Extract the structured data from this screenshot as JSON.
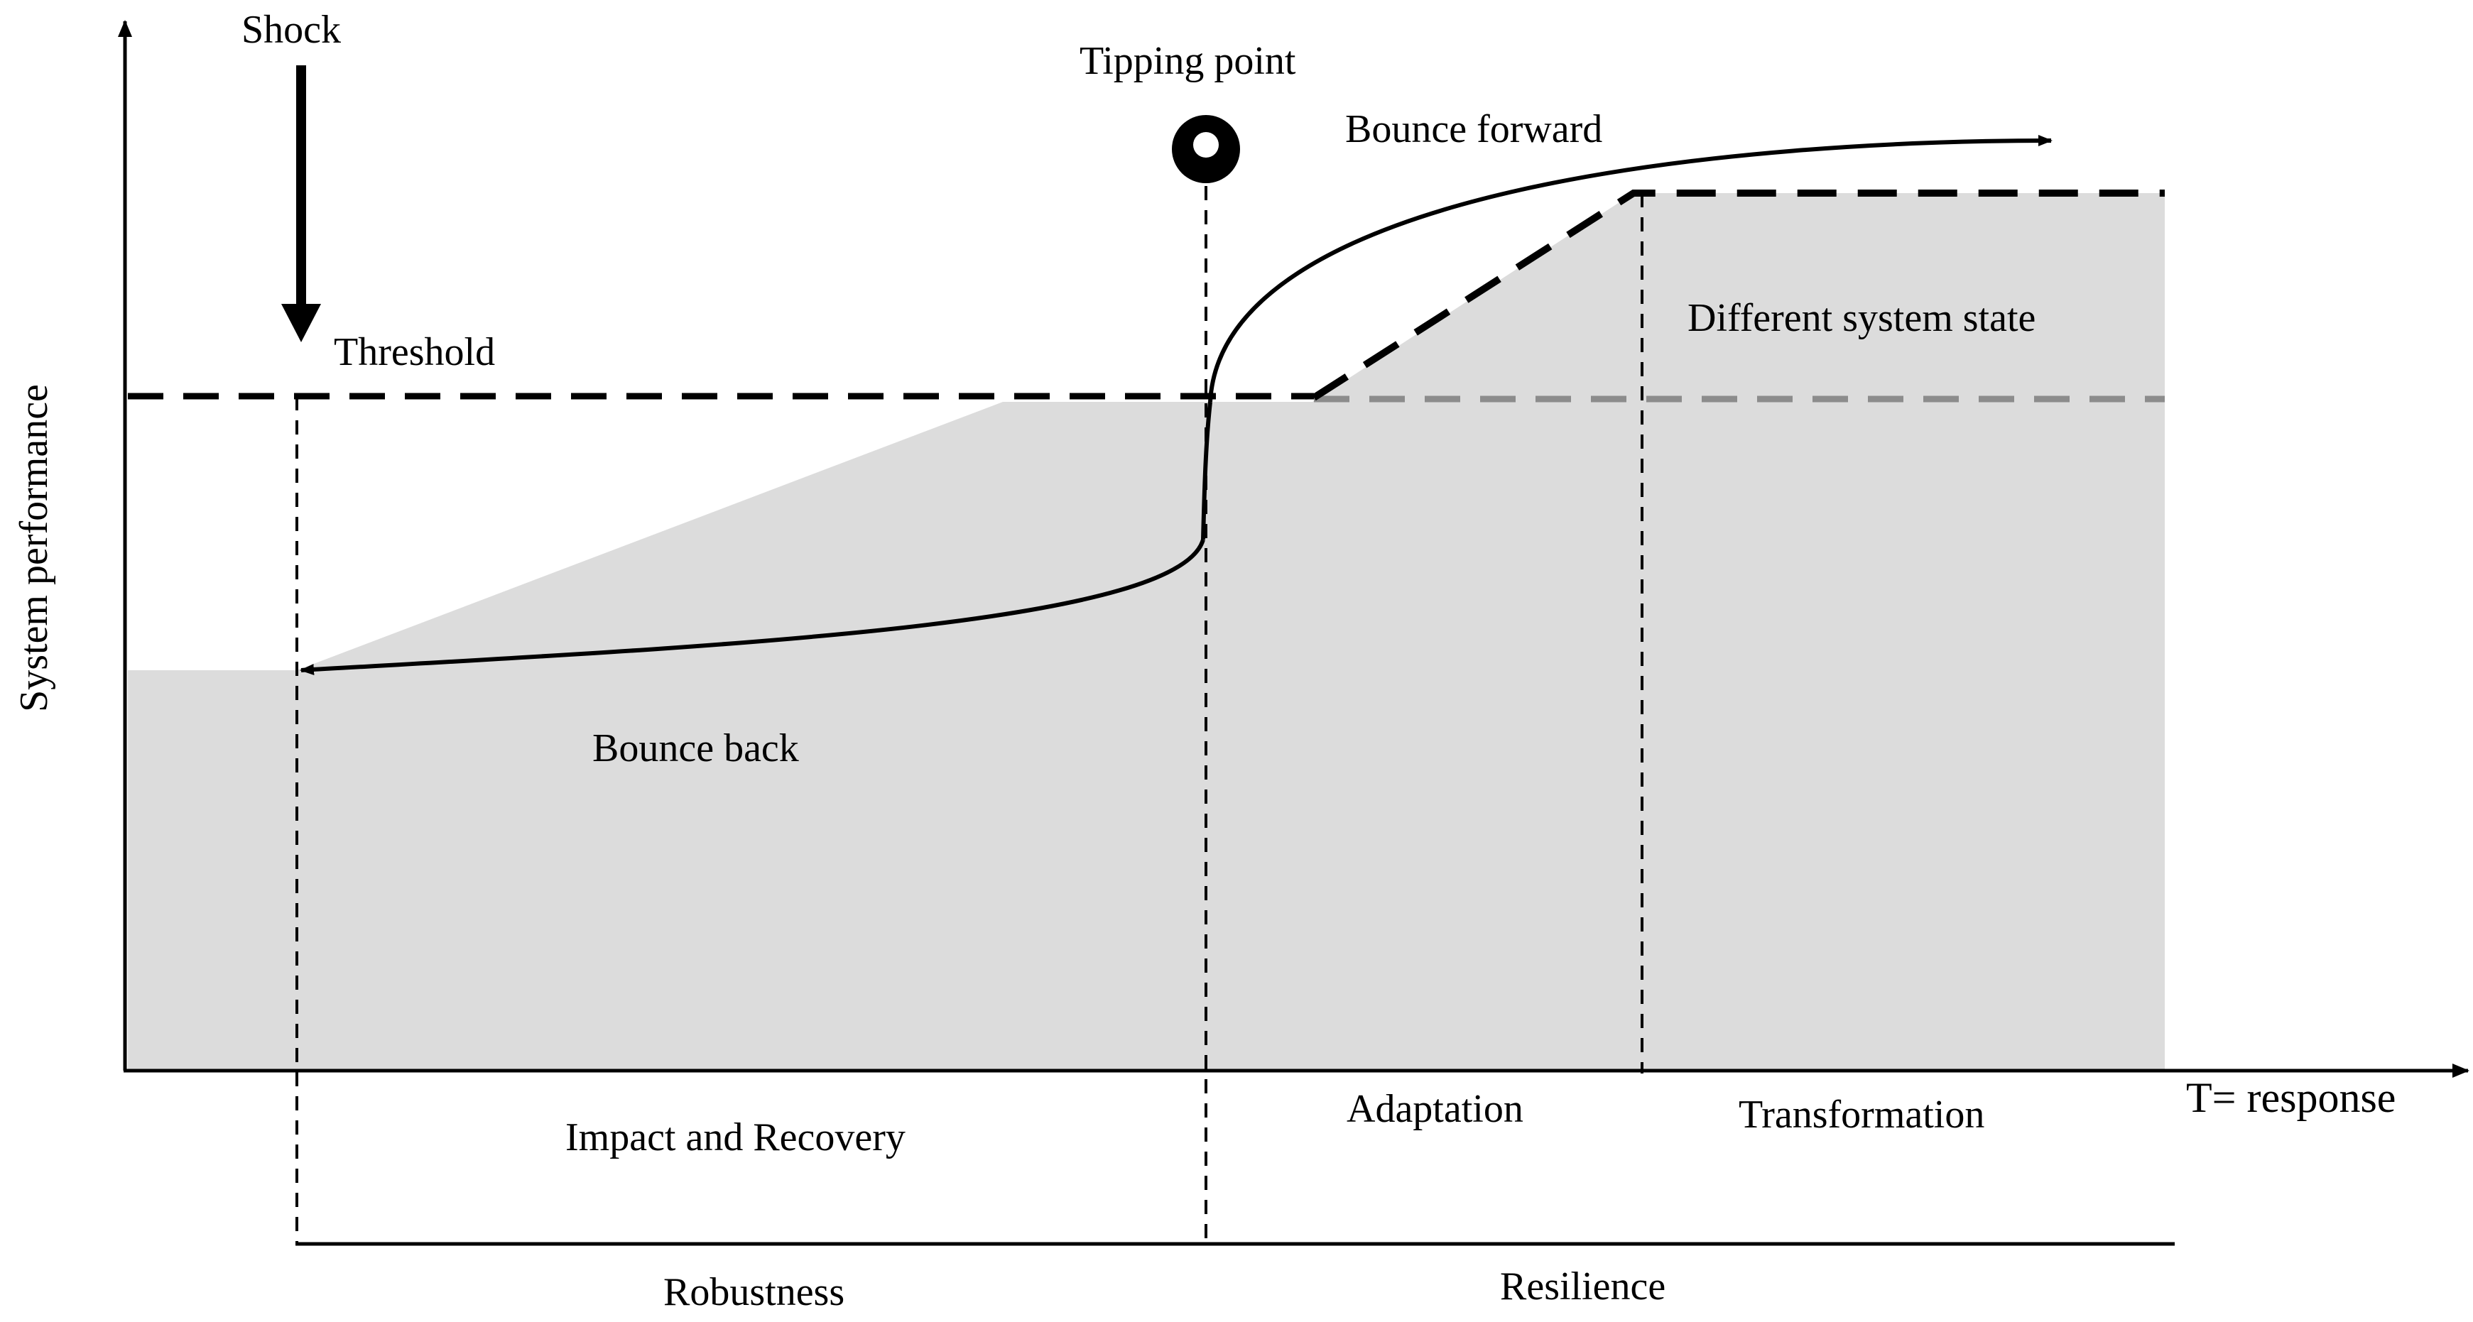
{
  "labels": {
    "shock": "Shock",
    "threshold": "Threshold",
    "tipping_point": "Tipping point",
    "bounce_forward": "Bounce forward",
    "different_system_state": "Different system state",
    "bounce_back": "Bounce back",
    "y_axis": "System performance",
    "x_axis": "T= response",
    "impact_and_recovery": "Impact and Recovery",
    "adaptation": "Adaptation",
    "transformation": "Transformation",
    "robustness": "Robustness",
    "resilience": "Resilience"
  },
  "colors": {
    "fill": "#dcdcdc",
    "line": "#000000",
    "grey_dash": "#8c8c8c",
    "background": "#ffffff"
  }
}
